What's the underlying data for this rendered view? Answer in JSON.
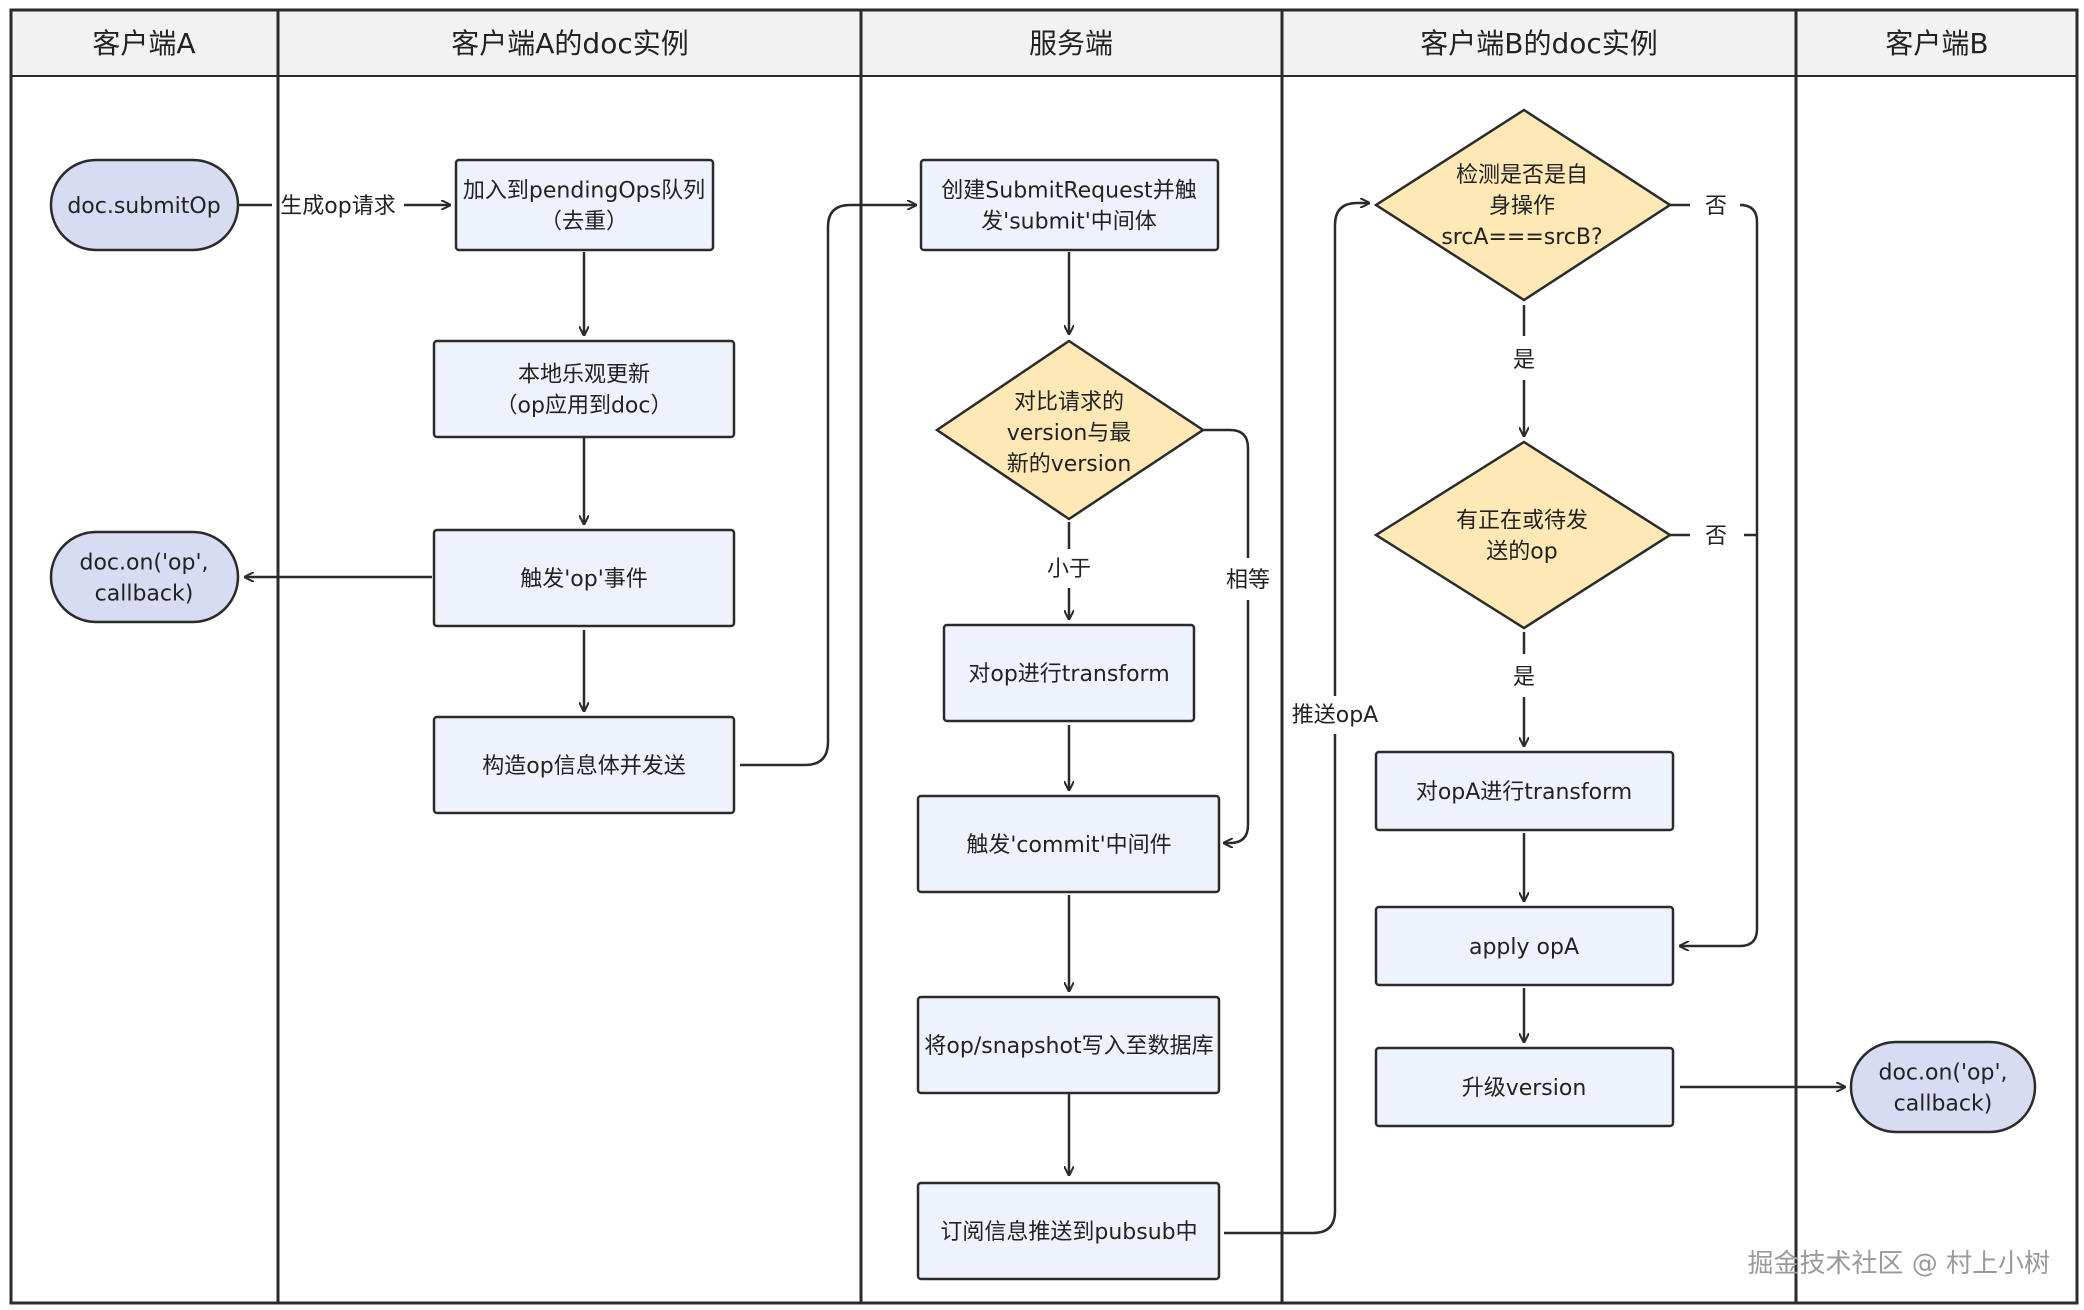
{
  "colors": {
    "terminal_fill": "#d7dcf2",
    "process_fill": "#eef2fc",
    "decision_fill": "#fde8b6",
    "stroke": "#2b2b2b",
    "header_fill": "#f2f2f2",
    "watermark": "#9a9a9a"
  },
  "lanes": [
    {
      "id": "lane-client-a",
      "title": "客户端A"
    },
    {
      "id": "lane-client-a-doc",
      "title": "客户端A的doc实例"
    },
    {
      "id": "lane-server",
      "title": "服务端"
    },
    {
      "id": "lane-client-b-doc",
      "title": "客户端B的doc实例"
    },
    {
      "id": "lane-client-b",
      "title": "客户端B"
    }
  ],
  "nodes": {
    "submit_op": {
      "lines": [
        "doc.submitOp"
      ]
    },
    "on_op_a": {
      "lines": [
        "doc.on('op',",
        "callback)"
      ]
    },
    "add_pending": {
      "lines": [
        "加入到pendingOps队列",
        "（去重）"
      ]
    },
    "local_update": {
      "lines": [
        "本地乐观更新",
        "（op应用到doc）"
      ]
    },
    "trigger_op": {
      "lines": [
        "触发'op'事件"
      ]
    },
    "build_send": {
      "lines": [
        "构造op信息体并发送"
      ]
    },
    "create_request": {
      "lines": [
        "创建SubmitRequest并触",
        "发'submit'中间体"
      ]
    },
    "compare_version": {
      "lines": [
        "对比请求的",
        "version与最",
        "新的version"
      ]
    },
    "transform_op": {
      "lines": [
        "对op进行transform"
      ]
    },
    "trigger_commit": {
      "lines": [
        "触发'commit'中间件"
      ]
    },
    "write_db": {
      "lines": [
        "将op/snapshot写入至数据库"
      ]
    },
    "publish": {
      "lines": [
        "订阅信息推送到pubsub中"
      ]
    },
    "check_self": {
      "lines": [
        "检测是否是自",
        "身操作",
        "srcA===srcB?"
      ]
    },
    "check_pending": {
      "lines": [
        "有正在或待发",
        "送的op"
      ]
    },
    "transform_opa": {
      "lines": [
        "对opA进行transform"
      ]
    },
    "apply_opa": {
      "lines": [
        "apply opA"
      ]
    },
    "upgrade_version": {
      "lines": [
        "升级version"
      ]
    },
    "on_op_b": {
      "lines": [
        "doc.on('op',",
        "callback)"
      ]
    }
  },
  "edge_labels": {
    "generate_request": "生成op请求",
    "less_than": "小于",
    "equal": "相等",
    "push_opa": "推送opA",
    "no_1": "否",
    "yes_1": "是",
    "no_2": "否",
    "yes_2": "是"
  },
  "watermark": "掘金技术社区 @ 村上小树"
}
